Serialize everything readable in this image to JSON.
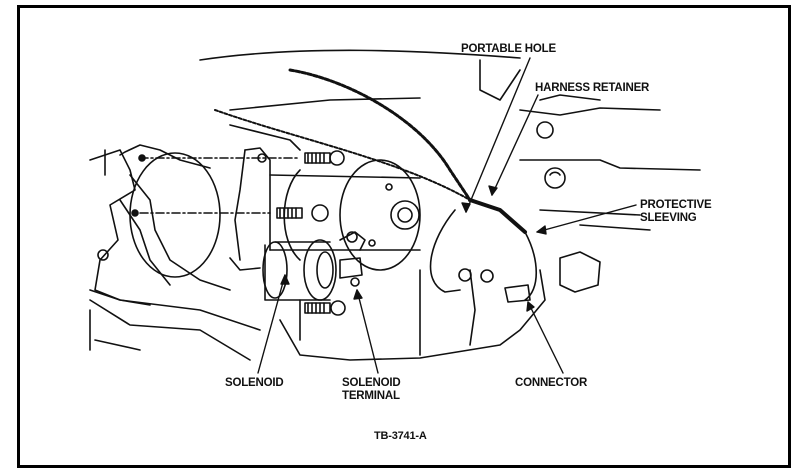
{
  "figure": {
    "id": "TB-3741-A",
    "subject": "starter motor installation line drawing"
  },
  "callouts": [
    {
      "name": "portable-hole",
      "lines": [
        "PORTABLE HOLE"
      ]
    },
    {
      "name": "harness-retainer",
      "lines": [
        "HARNESS RETAINER"
      ]
    },
    {
      "name": "protective-sleeving",
      "lines": [
        "PROTECTIVE",
        "SLEEVING"
      ]
    },
    {
      "name": "solenoid",
      "lines": [
        "SOLENOID"
      ]
    },
    {
      "name": "solenoid-terminal",
      "lines": [
        "SOLENOID",
        "TERMINAL"
      ]
    },
    {
      "name": "connector",
      "lines": [
        "CONNECTOR"
      ]
    }
  ],
  "colors": {
    "ink": "#111111",
    "background": "#ffffff"
  }
}
